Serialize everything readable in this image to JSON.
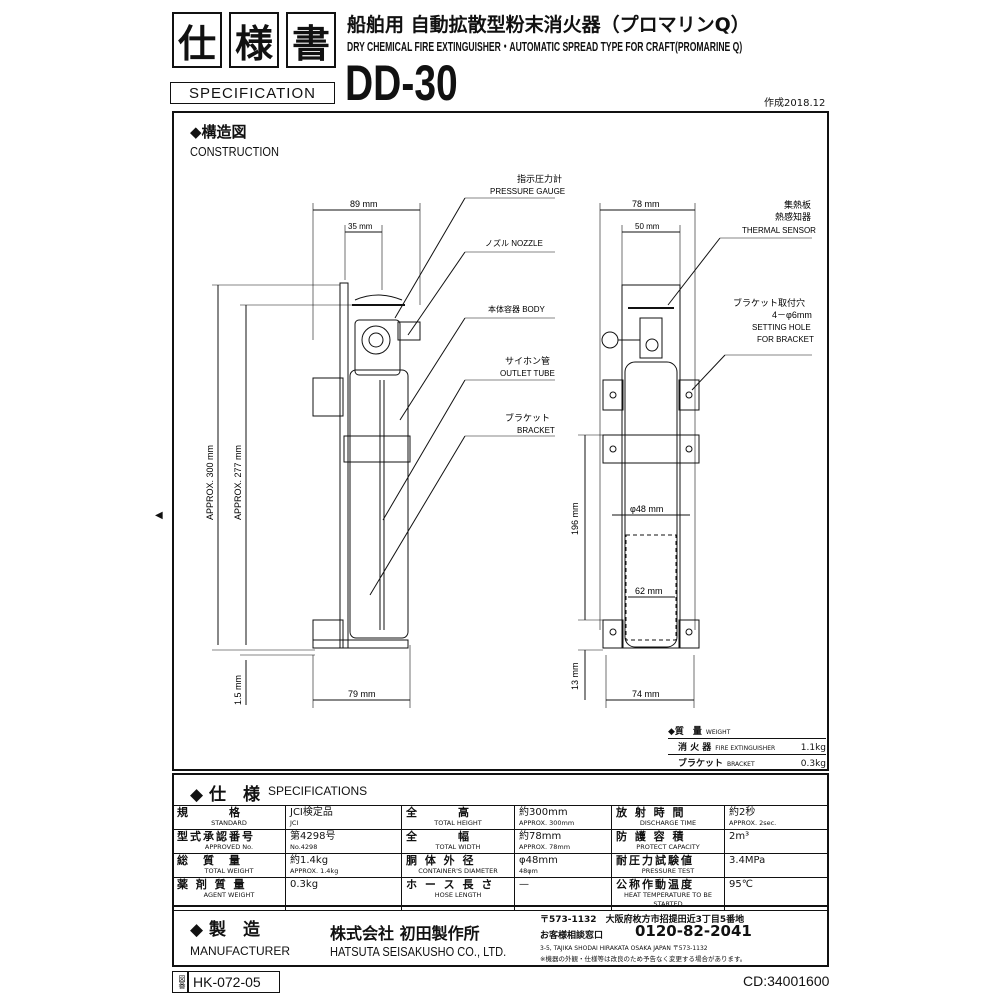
{
  "header": {
    "title_chars": [
      "仕",
      "様",
      "書"
    ],
    "spec_label": "SPECIFICATION",
    "title_jp": "船舶用 自動拡散型粉末消火器（プロマリンQ）",
    "title_en": "DRY CHEMICAL FIRE EXTINGUISHER・AUTOMATIC SPREAD TYPE FOR CRAFT(PROMARINE Q)",
    "model": "DD-30",
    "created": "作成2018.12"
  },
  "construction": {
    "heading_jp": "◆構造図",
    "heading_en": "CONSTRUCTION",
    "labels": {
      "gauge_jp": "指示圧力計",
      "gauge_en": "PRESSURE GAUGE",
      "nozzle": "ノズル NOZZLE",
      "body": "本体容器 BODY",
      "siphon_jp": "サイホン管",
      "siphon_en": "OUTLET TUBE",
      "bracket_jp": "ブラケット",
      "bracket_en": "BRACKET",
      "heat_jp1": "集熱板",
      "heat_jp2": "熱感知器",
      "heat_en": "THERMAL SENSOR",
      "hole_jp": "ブラケット取付穴",
      "hole_spec": "4－φ6mm",
      "hole_en1": "SETTING HOLE",
      "hole_en2": "FOR BRACKET"
    },
    "dims": {
      "d89": "89 mm",
      "d35": "35 mm",
      "d300": "APPROX. 300 mm",
      "d277": "APPROX. 277 mm",
      "d15": "1.5 mm",
      "d79": "79 mm",
      "d78": "78 mm",
      "d50": "50 mm",
      "d196": "196 mm",
      "d48": "φ48 mm",
      "d62": "62 mm",
      "d13": "13 mm",
      "d74": "74 mm"
    },
    "weight_table": {
      "title_jp": "◆質　量",
      "title_en": "WEIGHT",
      "rows": [
        {
          "jp": "消 火 器",
          "en": "FIRE EXTINGUISHER",
          "value": "1.1kg"
        },
        {
          "jp": "ブラケット",
          "en": "BRACKET",
          "value": "0.3kg"
        }
      ]
    }
  },
  "specifications": {
    "heading_jp": "◆ 仕　様",
    "heading_en": "SPECIFICATIONS",
    "rows": [
      [
        {
          "label_jp": "規　　　格",
          "label_en": "STANDARD",
          "value_jp": "JCI検定品",
          "value_en": "JCI"
        },
        {
          "label_jp": "全　　　高",
          "label_en": "TOTAL HEIGHT",
          "value_jp": "約300mm",
          "value_en": "APPROX. 300mm"
        },
        {
          "label_jp": "放 射 時 間",
          "label_en": "DISCHARGE TIME",
          "value_jp": "約2秒",
          "value_en": "APPROX. 2sec."
        }
      ],
      [
        {
          "label_jp": "型式承認番号",
          "label_en": "APPROVED No.",
          "value_jp": "第4298号",
          "value_en": "No.4298"
        },
        {
          "label_jp": "全　　　幅",
          "label_en": "TOTAL WIDTH",
          "value_jp": "約78mm",
          "value_en": "APPROX. 78mm"
        },
        {
          "label_jp": "防 護 容 積",
          "label_en": "PROTECT CAPACITY",
          "value_jp": "2m³",
          "value_en": ""
        }
      ],
      [
        {
          "label_jp": "総　質　量",
          "label_en": "TOTAL WEIGHT",
          "value_jp": "約1.4kg",
          "value_en": "APPROX. 1.4kg"
        },
        {
          "label_jp": "胴 体 外 径",
          "label_en": "CONTAINER'S DIAMETER",
          "value_jp": "φ48mm",
          "value_en": "48φm"
        },
        {
          "label_jp": "耐圧力試験値",
          "label_en": "PRESSURE TEST",
          "value_jp": "3.4MPa",
          "value_en": ""
        }
      ],
      [
        {
          "label_jp": "薬 剤 質 量",
          "label_en": "AGENT WEIGHT",
          "value_jp": "0.3kg",
          "value_en": ""
        },
        {
          "label_jp": "ホ ー ス 長 さ",
          "label_en": "HOSE LENGTH",
          "value_jp": "—",
          "value_en": ""
        },
        {
          "label_jp": "公称作動温度",
          "label_en": "HEAT TEMPERATURE TO BE STARTED",
          "value_jp": "95℃",
          "value_en": ""
        }
      ]
    ]
  },
  "manufacturer": {
    "heading_jp": "◆ 製　造",
    "heading_en": "MANUFACTURER",
    "company_jp": "株式会社 初田製作所",
    "company_en": "HATSUTA SEISAKUSHO CO., LTD.",
    "address_jp": "〒573-1132　大阪府枚方市招提田近3丁目5番地",
    "contact_label": "お客様相談窓口",
    "phone": "0120-82-2041",
    "address_en": "3-5, TAJIKA SHODAI HIRAKATA OSAKA JAPAN 〒573-1132",
    "note": "※機器の外観・仕様等は改良のため予告なく変更する場合があります。"
  },
  "footer": {
    "zu": "図番",
    "drawing_no": "HK-072-05",
    "cd": "CD:34001600"
  }
}
